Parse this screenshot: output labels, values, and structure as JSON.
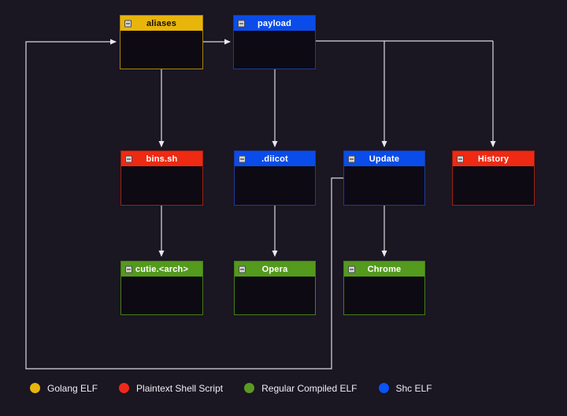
{
  "diagram": {
    "nodes": [
      {
        "id": "aliases",
        "label": "aliases",
        "type": "golang_elf"
      },
      {
        "id": "payload",
        "label": "payload",
        "type": "shc_elf"
      },
      {
        "id": "bins-sh",
        "label": "bins.sh",
        "type": "plaintext_shell_script"
      },
      {
        "id": "diicot",
        "label": ".diicot",
        "type": "shc_elf"
      },
      {
        "id": "update",
        "label": "Update",
        "type": "shc_elf"
      },
      {
        "id": "history",
        "label": "History",
        "type": "plaintext_shell_script"
      },
      {
        "id": "cutie-arch",
        "label": "cutie.<arch>",
        "type": "regular_compiled_elf"
      },
      {
        "id": "opera",
        "label": "Opera",
        "type": "regular_compiled_elf"
      },
      {
        "id": "chrome",
        "label": "Chrome",
        "type": "regular_compiled_elf"
      }
    ],
    "edges": [
      {
        "from": "aliases",
        "to": "payload"
      },
      {
        "from": "aliases",
        "to": "bins.sh"
      },
      {
        "from": "payload",
        "to": ".diicot"
      },
      {
        "from": "payload",
        "to": "Update"
      },
      {
        "from": "payload",
        "to": "History"
      },
      {
        "from": "bins.sh",
        "to": "cutie.<arch>"
      },
      {
        "from": ".diicot",
        "to": "Opera"
      },
      {
        "from": "Update",
        "to": "Chrome"
      },
      {
        "from": "Update",
        "to": "aliases"
      }
    ],
    "node_types": {
      "golang_elf": {
        "header": "#e8b50a",
        "text": "#15120a",
        "border": "#a8850c"
      },
      "shc_elf": {
        "header": "#0a4ce9",
        "text": "#ffffff",
        "border": "#1b3b9e"
      },
      "plaintext_shell_script": {
        "header": "#ee2a12",
        "text": "#ffffff",
        "border": "#9c2010"
      },
      "regular_compiled_elf": {
        "header": "#549a1d",
        "text": "#ffffff",
        "border": "#447d18"
      }
    },
    "collapse_glyph": "minus",
    "legend": [
      {
        "label": "Golang ELF",
        "color": "#e8b50a"
      },
      {
        "label": "Plaintext Shell Script",
        "color": "#f0281a"
      },
      {
        "label": "Regular Compiled ELF",
        "color": "#5a9a22"
      },
      {
        "label": "Shc ELF",
        "color": "#0b54f5"
      }
    ],
    "colors": {
      "background": "#1a1622",
      "node_body": "#0d0a13",
      "edge_line": "#dbd9df"
    }
  }
}
